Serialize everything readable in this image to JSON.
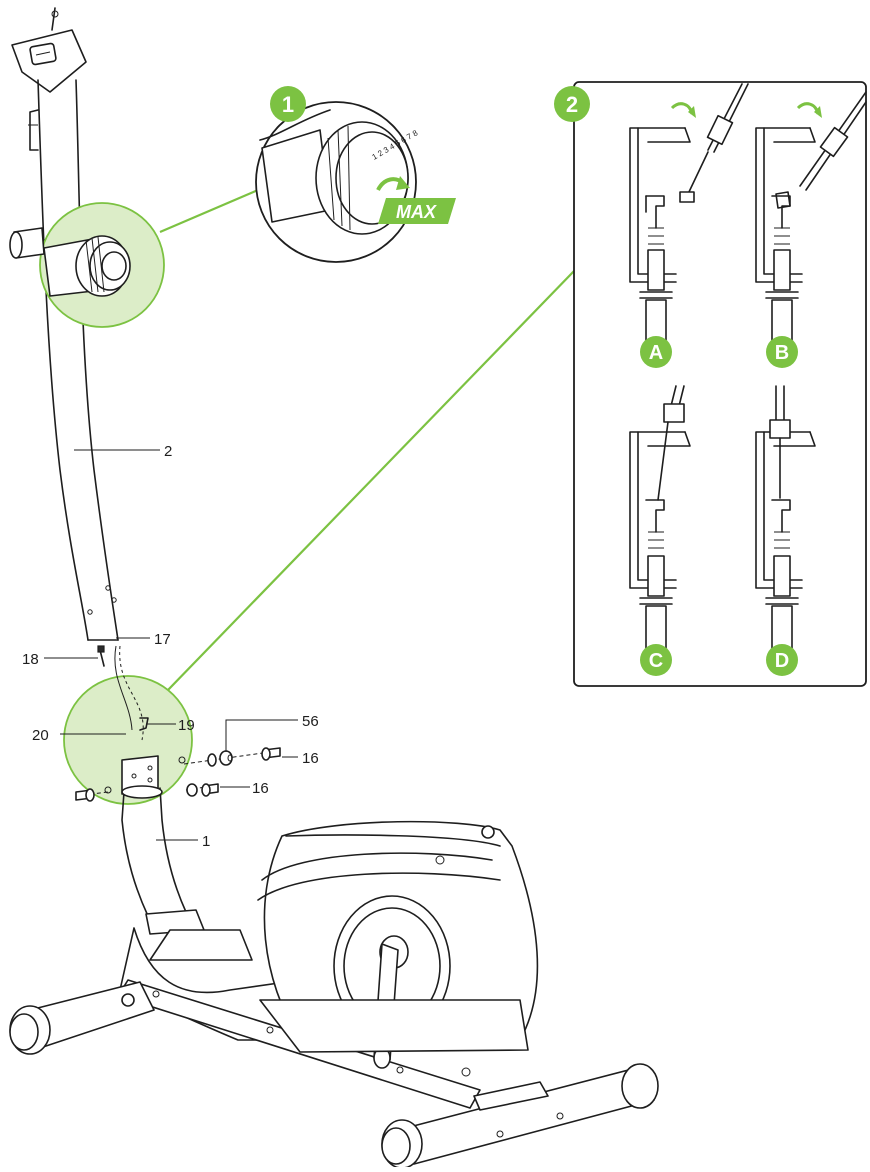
{
  "colors": {
    "accent_green": "#7cc242",
    "highlight_fill": "#dcedc8",
    "line": "#1e1e1e"
  },
  "steps": {
    "step1": {
      "number": "1",
      "badge": "MAX",
      "dial_numbers": "1 2 3 4 5 6 7 8"
    },
    "step2": {
      "number": "2"
    }
  },
  "panel": {
    "labels": [
      "A",
      "B",
      "C",
      "D"
    ]
  },
  "parts": {
    "p2": "2",
    "p17": "17",
    "p18": "18",
    "p19": "19",
    "p20": "20",
    "p56": "56",
    "p16a": "16",
    "p16b": "16",
    "p1": "1"
  }
}
